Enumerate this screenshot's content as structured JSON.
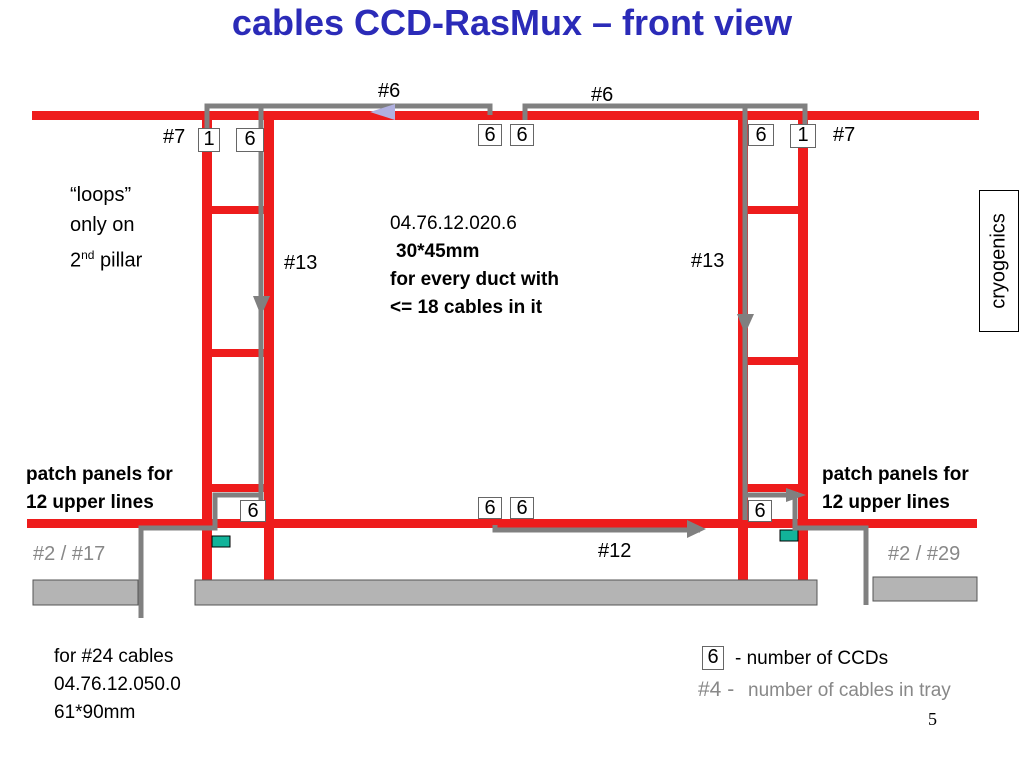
{
  "title": "cables CCD-RasMux – front view",
  "labels": {
    "top_left_6": "#6",
    "top_right_6": "#6",
    "left_7": "#7",
    "right_7": "#7",
    "left_13": "#13",
    "right_13": "#13",
    "bottom_12": "#12",
    "left_2_17": "#2 / #17",
    "right_2_29": "#2 / #29"
  },
  "boxes": {
    "top_left_1": "1",
    "top_left_6": "6",
    "top_mid_6a": "6",
    "top_mid_6b": "6",
    "top_right_6": "6",
    "top_right_1": "1",
    "bot_left_6": "6",
    "bot_mid_6a": "6",
    "bot_mid_6b": "6",
    "bot_right_6": "6"
  },
  "loops_note": {
    "line1": "“loops”",
    "line2": "only on",
    "line3_num": "2",
    "line3_sup": "nd",
    "line3_rest": " pillar"
  },
  "duct_note": {
    "line1": "04.76.12.020.6",
    "line2": "30*45mm",
    "line3": "for every duct with",
    "line4": "<= 18 cables in it"
  },
  "patch_left": {
    "line1": "patch panels for",
    "line2": "12 upper lines"
  },
  "patch_right": {
    "line1": "patch panels for",
    "line2": "12 upper lines"
  },
  "cryogenics": "cryogenics",
  "bottom_note": {
    "line1": "for #24 cables",
    "line2": "04.76.12.050.0",
    "line3": "61*90mm"
  },
  "legend": {
    "box": "6",
    "ccd_text": "- number of CCDs",
    "cables_key": "#4 -",
    "cables_text": "number of cables in tray"
  },
  "page_number": "5",
  "colors": {
    "title": "#2b2bb8",
    "tray_red": "#ee1c1c",
    "cable_gray": "#808080",
    "patch_green": "#12b39a",
    "support_gray": "#b4b4b4",
    "arrow_lilac": "#b0b0e0"
  }
}
